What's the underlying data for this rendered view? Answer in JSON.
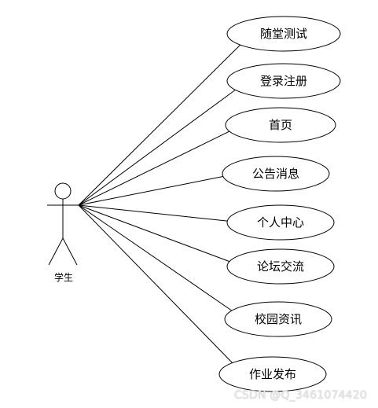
{
  "diagram": {
    "actor": {
      "label": "学生"
    },
    "use_cases": [
      "随堂测试",
      "登录注册",
      "首页",
      "公告消息",
      "个人中心",
      "论坛交流",
      "校园资讯",
      "作业发布"
    ],
    "colors": {
      "stroke": "#000000",
      "fill": "#ffffff"
    }
  },
  "watermark": "CSDN @Q_3461074420"
}
